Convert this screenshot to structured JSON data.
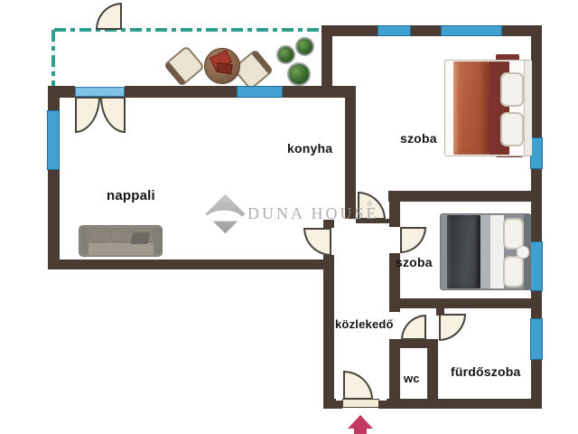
{
  "document": {
    "type": "apartment floor plan"
  },
  "watermark": {
    "brand": "Duna House",
    "registered": "®"
  },
  "rooms": {
    "nappali": "nappali",
    "konyha": "konyha",
    "szoba_top": "szoba",
    "szoba_middle": "szoba",
    "kozlekedo": "közlekedő",
    "wc": "wc",
    "furdoszoba": "fürdőszoba"
  },
  "entrance": {
    "symbol": "entrance-arrow"
  },
  "colors": {
    "wall": "#4b3c33",
    "window": "#42a0ce",
    "french_door_glass": "#7ec3e6",
    "terrace_boundary": "#2f9d8d",
    "door_fill": "#f7f1e1",
    "label_text": "#141414",
    "watermark_grey": "#a2a2a2",
    "entrance_arrow": "#c23a5f",
    "bed1_blanket": "#b05a3b",
    "bed1_accent": "#7b332e",
    "bed2_blanket": "#3a3d41",
    "sofa_grey": "#918c84",
    "plant_green": "#35622a"
  },
  "furniture": [
    "sofa",
    "armchair",
    "armchair",
    "round-table",
    "books",
    "plant",
    "plant",
    "plant",
    "double-bed",
    "double-bed"
  ]
}
